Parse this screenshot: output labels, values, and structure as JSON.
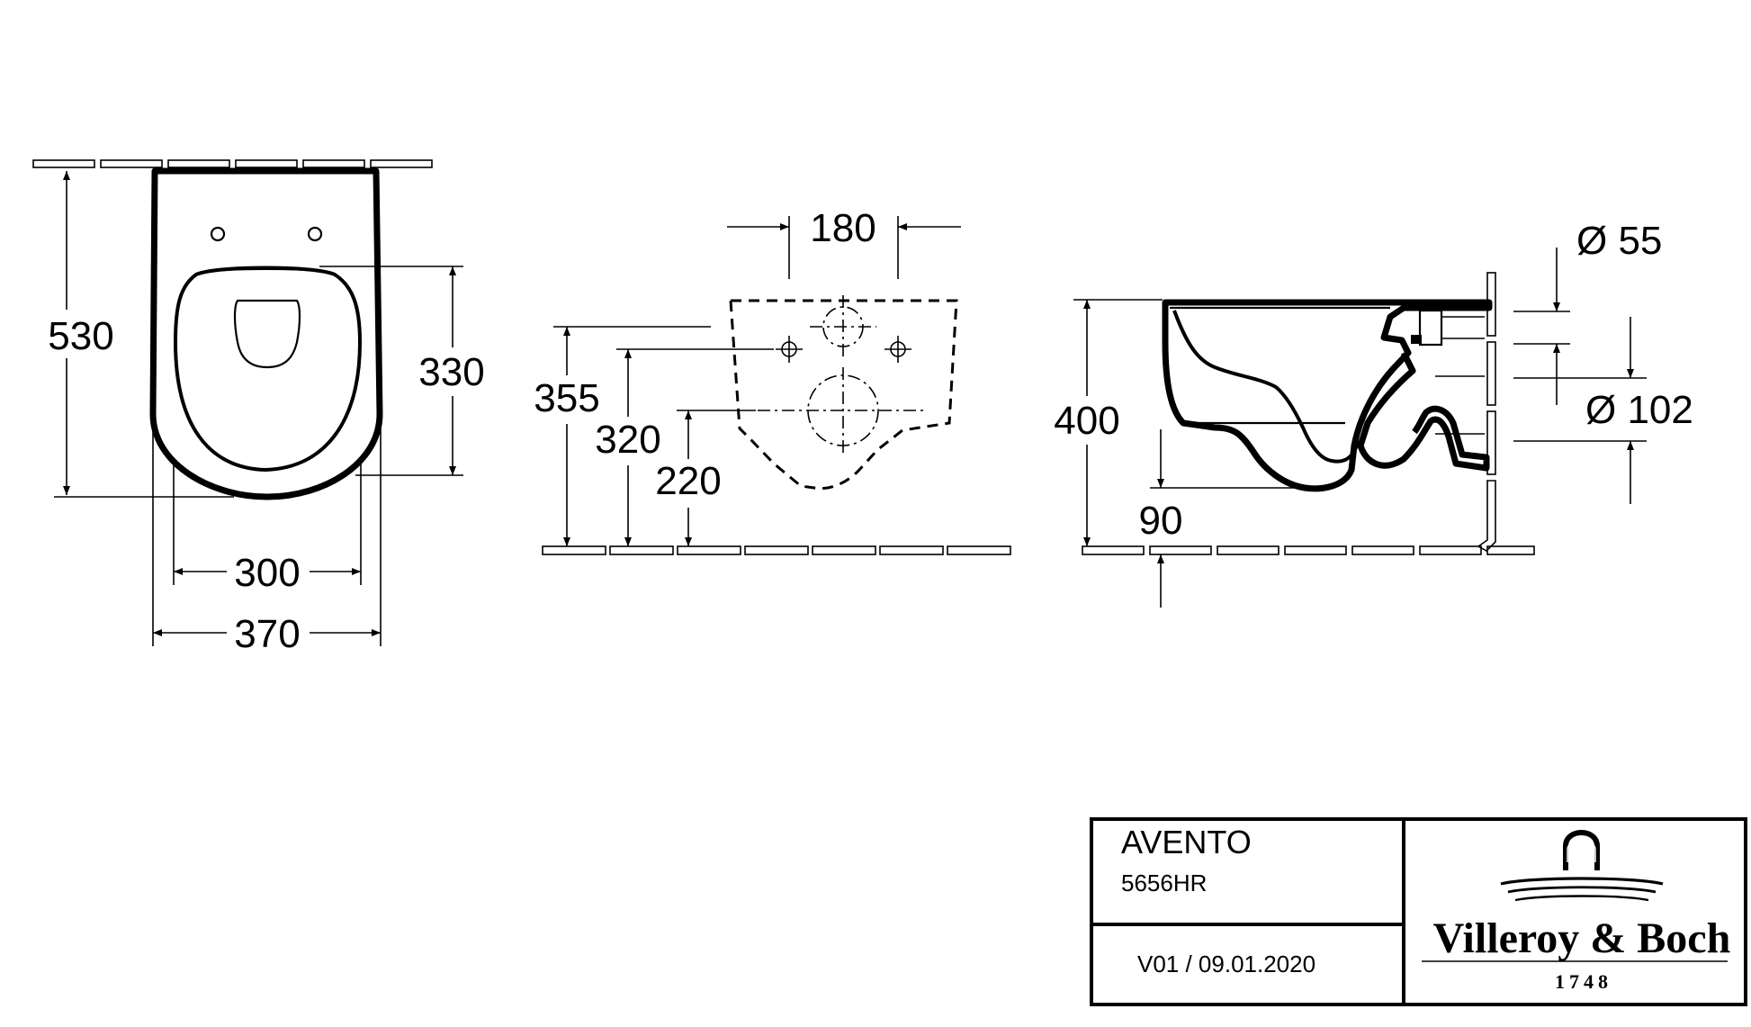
{
  "dimensions": {
    "top_view": {
      "overall_length": "530",
      "seat_depth": "330",
      "inner_width": "300",
      "overall_width": "370"
    },
    "rear_view": {
      "bolt_spacing": "180",
      "upper_hole_height": "355",
      "bolt_height": "320",
      "outlet_center_height": "220"
    },
    "side_view": {
      "height": "400",
      "inlet_diameter": "Ø 55",
      "outlet_diameter": "Ø 102",
      "outlet_offset": "90"
    }
  },
  "title_block": {
    "product_name": "AVENTO",
    "article_number": "5656HR",
    "revision": "V01 / 09.01.2020",
    "brand": "Villeroy & Boch",
    "brand_year": "1748"
  }
}
